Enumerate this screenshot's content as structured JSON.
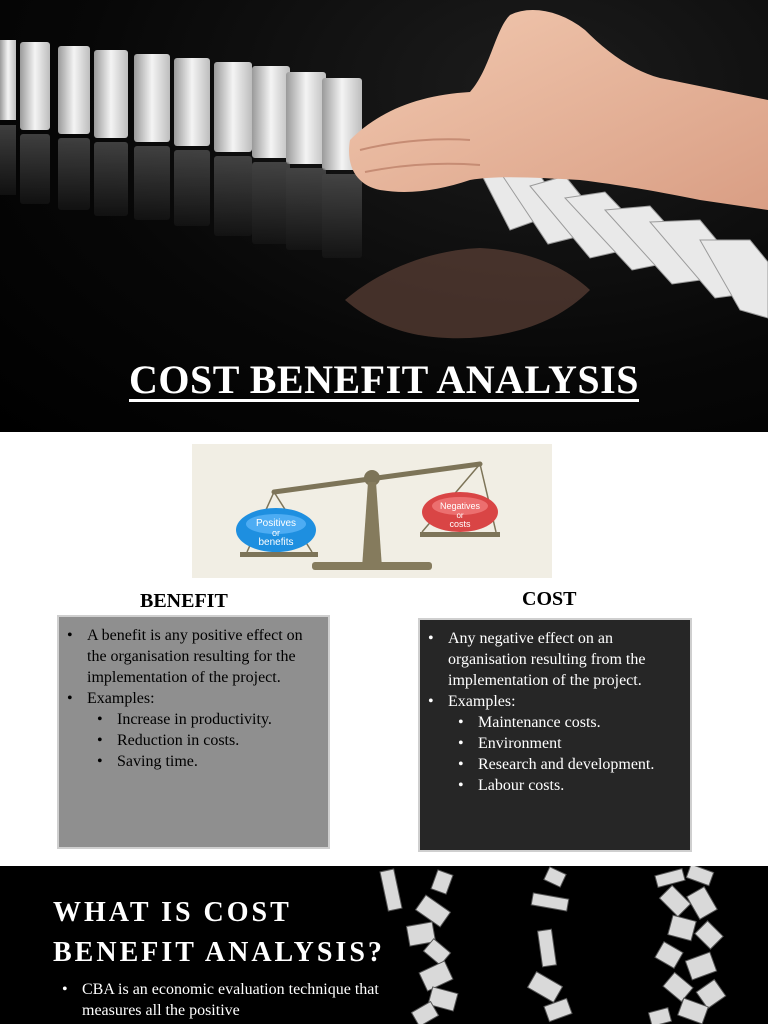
{
  "hero": {
    "title": "COST BENEFIT ANALYSIS"
  },
  "scale_image": {
    "left_label": [
      "Positives",
      "or",
      "benefits"
    ],
    "right_label": [
      "Negatives",
      "or",
      "costs"
    ],
    "left_color": "#1e8fe0",
    "right_color": "#d94545"
  },
  "benefit": {
    "heading": "BENEFIT",
    "bullets": [
      "A benefit is any positive effect on the organisation resulting for the implementation of the project.",
      "Examples:"
    ],
    "examples": [
      "Increase in productivity.",
      "Reduction in costs.",
      "Saving time."
    ]
  },
  "cost": {
    "heading": "COST",
    "bullets": [
      "Any negative effect on an organisation resulting from the implementation of the project.",
      "Examples:"
    ],
    "examples": [
      "Maintenance costs.",
      "Environment",
      "Research and development.",
      "Labour costs."
    ]
  },
  "section3": {
    "title_line1": "WHAT IS COST",
    "title_line2": "BENEFIT ANALYSIS?",
    "body": "CBA is an economic evaluation technique that measures all the positive"
  }
}
